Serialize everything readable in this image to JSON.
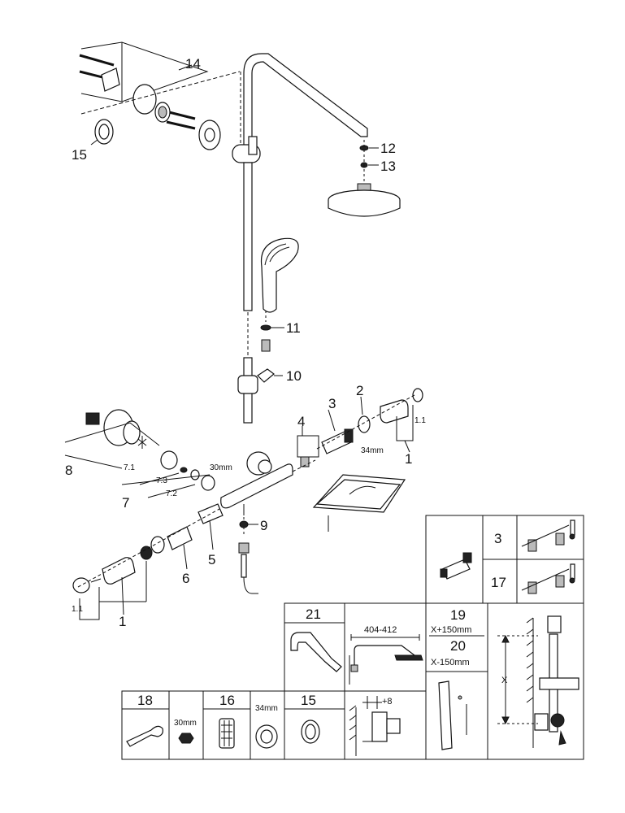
{
  "callouts": {
    "c14": "14",
    "c15": "15",
    "c12": "12",
    "c13": "13",
    "c11": "11",
    "c10": "10",
    "c4": "4",
    "c3": "3",
    "c2": "2",
    "c34a": "34mm",
    "c1_1a": "1.1",
    "c1a": "1",
    "c8": "8",
    "c7_1": "7.1",
    "c7_3": "7.3",
    "c7_2": "7.2",
    "c7": "7",
    "c30a": "30mm",
    "c9": "9",
    "c5": "5",
    "c6": "6",
    "c1_1b": "1.1",
    "c1b": "1"
  },
  "spare_table": {
    "r3": "3",
    "r17": "17",
    "t21": "21",
    "d21": "404-412",
    "t19": "19",
    "s19": "X+150mm",
    "t20": "20",
    "s20": "X-150mm",
    "x_label": "X",
    "t18": "18",
    "s18": "30mm",
    "t16": "16",
    "s16": "34mm",
    "t15": "15",
    "s15": "+8"
  },
  "icons": [
    "wall-bracket-icon",
    "shower-head-icon",
    "hand-shower-icon",
    "thermostat-icon",
    "shelf-icon",
    "wrench-icon",
    "thermometer-icon"
  ]
}
